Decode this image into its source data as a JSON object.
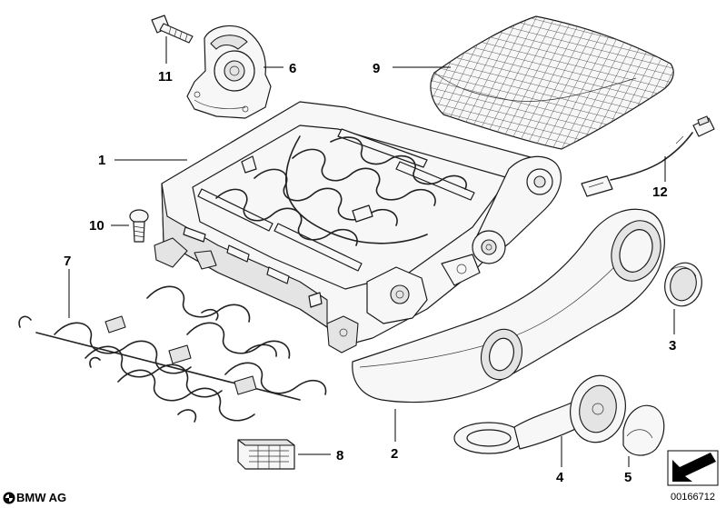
{
  "callouts": {
    "c1": "1",
    "c2": "2",
    "c3": "3",
    "c4": "4",
    "c5": "5",
    "c6": "6",
    "c7": "7",
    "c8": "8",
    "c9": "9",
    "c10": "10",
    "c11": "11",
    "c12": "12"
  },
  "footer": {
    "brand": "BMW AG",
    "doc_number": "00166712"
  },
  "icons": {
    "logo": "bmw-roundel-icon",
    "orientation": "arrow-orientation-icon"
  }
}
